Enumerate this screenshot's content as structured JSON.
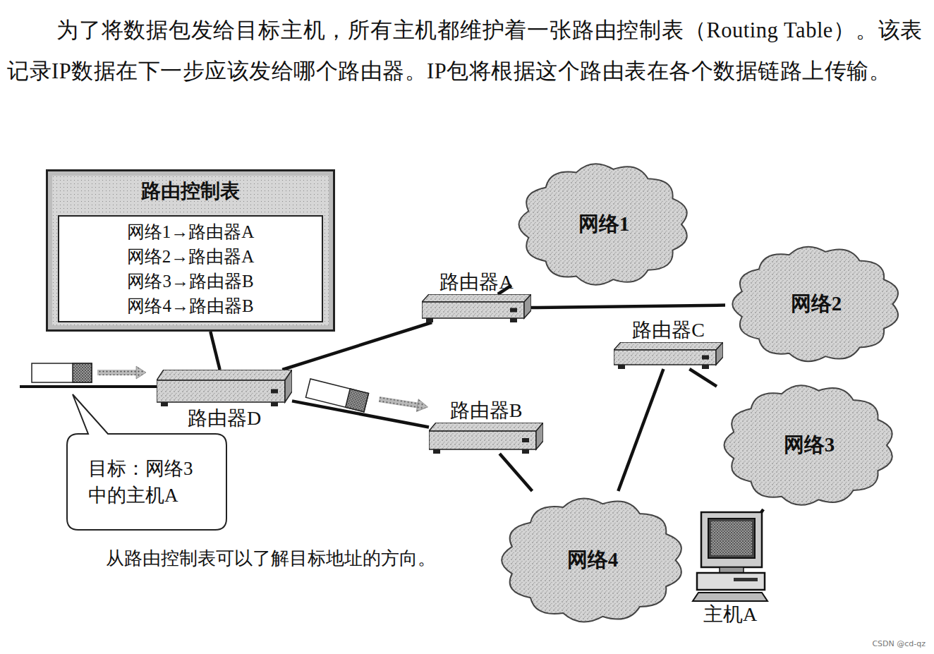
{
  "diagram": {
    "caption": "从路由控制表可以了解目标地址的方向。",
    "nodes": [
      {
        "text": [
          "路由控制表"
        ]
      },
      {
        "text": [
          "网络1→路由器A",
          "网络2→路由器A",
          "网络3→路由器B",
          "网络4→路由器B"
        ],
        "in": 0
      },
      {
        "text": [
          "路由器A"
        ]
      },
      {
        "text": [
          "网络1"
        ]
      },
      {
        "text": [
          "网络2"
        ]
      },
      {
        "text": [
          "路由器C"
        ]
      },
      {
        "text": [
          "路由器D"
        ]
      },
      {
        "text": [
          "路由器B"
        ]
      },
      {
        "text": [
          "网络3"
        ]
      },
      {
        "text": [
          "目标：网络3 中的主机A"
        ]
      },
      {
        "text": [
          "网络4"
        ]
      },
      {
        "text": [
          "主机A"
        ]
      }
    ],
    "edges": [
      {
        "from": 0,
        "to": 6,
        "arrow": "none"
      },
      {
        "from": 6,
        "to": 2,
        "arrow": "none"
      },
      {
        "from": 6,
        "to": 7,
        "arrow": "none"
      },
      {
        "from": 2,
        "to": 3,
        "arrow": "none"
      },
      {
        "from": 2,
        "to": 4,
        "arrow": "none"
      },
      {
        "from": 7,
        "to": 10,
        "arrow": "none"
      },
      {
        "from": 5,
        "to": 10,
        "arrow": "none"
      },
      {
        "from": 5,
        "to": 8,
        "arrow": "none"
      },
      {
        "from": 8,
        "to": 11,
        "arrow": "none"
      }
    ],
    "labels": [
      "为了将数据包发给目标主机，所有主机都维护着一张路由控制表（Routing Table）。该表记录IP数据在下一步应该发给哪个路由器。IP包将根据这个路由表在各个数据链路上传输。",
      "CSDN @cd-qz"
    ]
  }
}
